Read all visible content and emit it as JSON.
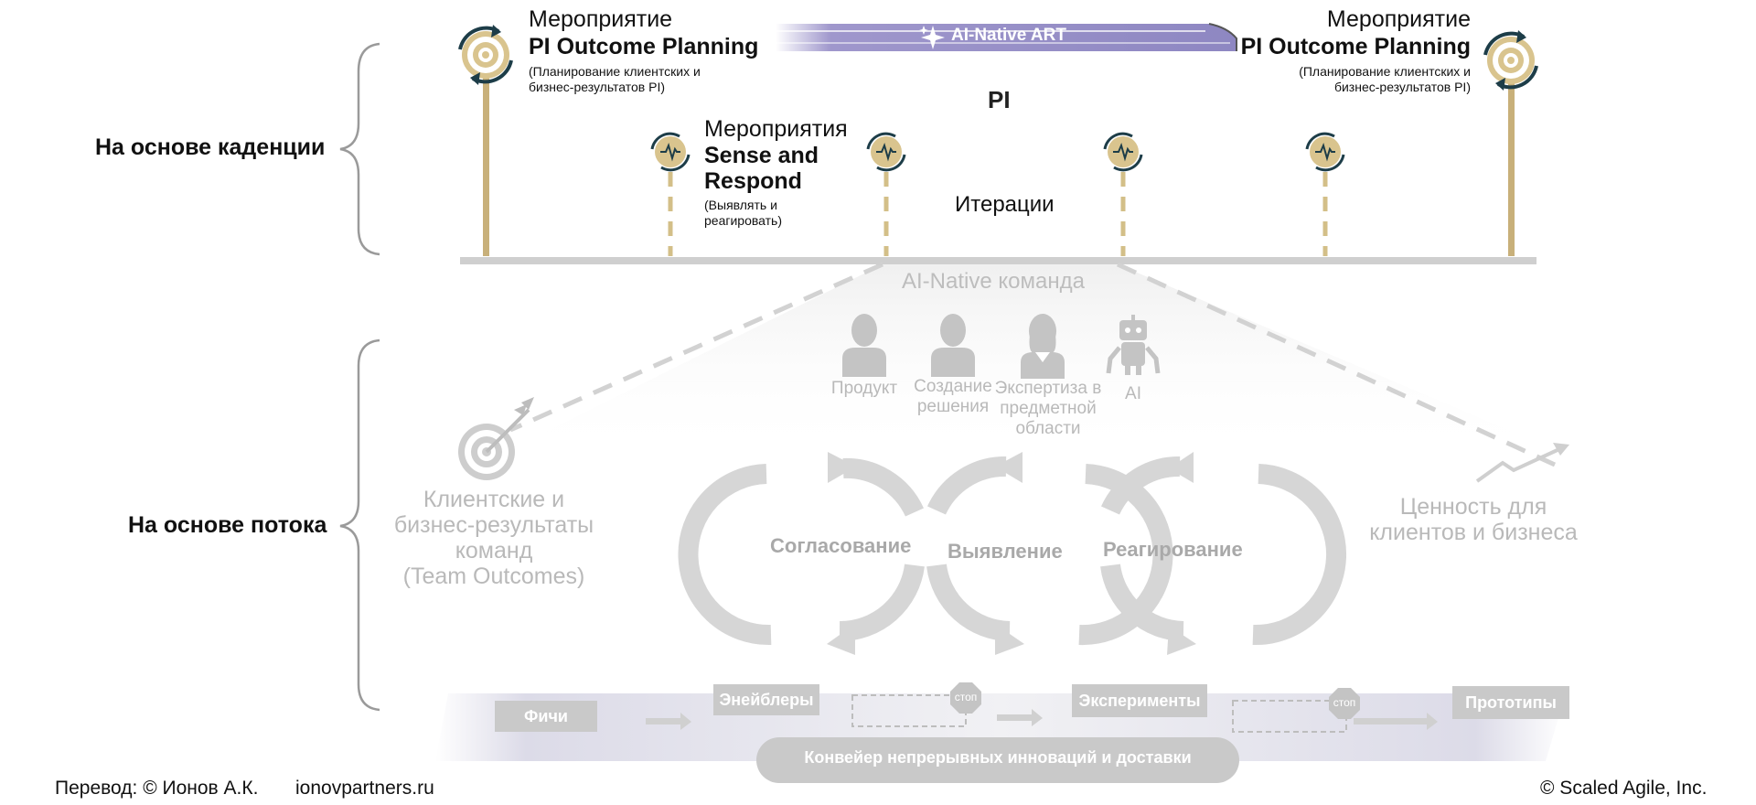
{
  "cadence_label": "На основе каденции",
  "flow_label": "На основе потока",
  "art_banner": "AI-Native ART",
  "pi_left": {
    "line1": "Мероприятие",
    "line2": "PI Outcome Planning",
    "sub1": "(Планирование клиентских и",
    "sub2": "бизнес-результатов PI)"
  },
  "pi_right": {
    "line1": "Мероприятие",
    "line2": "PI Outcome Planning",
    "sub1": "(Планирование клиентских и",
    "sub2": "бизнес-результатов PI)"
  },
  "pi_label": "PI",
  "sense": {
    "line1": "Мероприятия",
    "line2": "Sense and",
    "line3": "Respond",
    "sub1": "(Выявлять и",
    "sub2": "реагировать)"
  },
  "iterations": "Итерации",
  "team_label": "AI-Native команда",
  "roles": [
    "Продукт",
    "Создание решения",
    "Экспертиза в предметной области",
    "AI"
  ],
  "roles_lines": {
    "r2a": "Создание",
    "r2b": "решения",
    "r3a": "Экспертиза в",
    "r3b": "предметной",
    "r3c": "области"
  },
  "outcomes": {
    "l1": "Клиентские и",
    "l2": "бизнес-результаты",
    "l3": "команд",
    "l4": "(Team Outcomes)"
  },
  "value": {
    "l1": "Ценность для",
    "l2": "клиентов и бизнеса"
  },
  "cycles": [
    "Согласование",
    "Выявление",
    "Реагирование"
  ],
  "pipeline": {
    "features": "Фичи",
    "enablers": "Энейблеры",
    "experiments": "Эксперименты",
    "prototypes": "Прототипы",
    "stop": "стоп",
    "bar": "Конвейер непрерывных инноваций и доставки"
  },
  "footer": {
    "translation": "Перевод: © Ионов А.К.",
    "site": "ionovpartners.ru",
    "copyright": "© Scaled Agile,  Inc."
  },
  "colors": {
    "gold": "#c8b07a",
    "gold_fill": "#d9c48e",
    "teal": "#1d3d48",
    "purple": "#9b94c9",
    "gray": "#c4c4c4"
  }
}
